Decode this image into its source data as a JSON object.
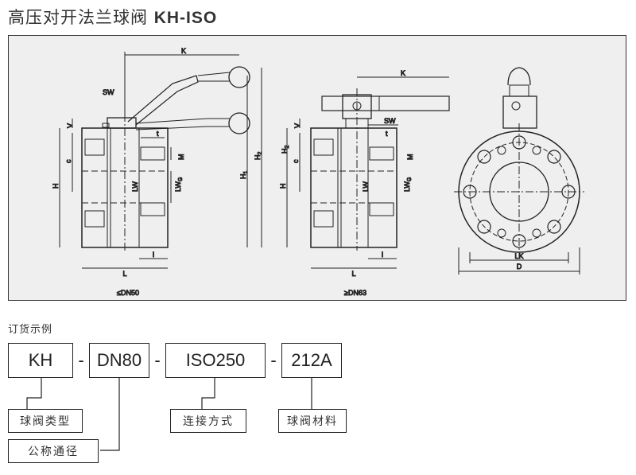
{
  "title": {
    "cn": "高压对开法兰球阀",
    "model": "KH-ISO"
  },
  "drawing": {
    "labels": {
      "K": "K",
      "SW": "SW",
      "V": "V",
      "c": "c",
      "H": "H",
      "t": "t",
      "M": "M",
      "LW": "LW",
      "LWG": "LW",
      "G": "G",
      "L": "L",
      "I": "I",
      "H1": "H",
      "sub1": "1",
      "H2": "H",
      "sub2": "2",
      "LK": "LK",
      "D": "D"
    },
    "captions": {
      "small": "≤DN50",
      "large": "≥DN63"
    }
  },
  "order": {
    "title": "订货示例",
    "codes": [
      "KH",
      "DN80",
      "ISO250",
      "212A"
    ],
    "separator": "-",
    "labels": {
      "type": "球阀类型",
      "nominal": "公称通径",
      "connection": "连接方式",
      "material": "球阀材料"
    }
  }
}
